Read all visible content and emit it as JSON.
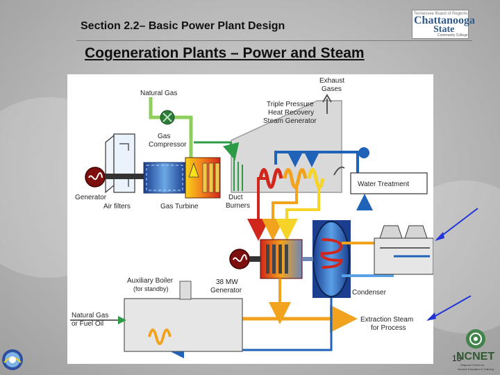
{
  "header": {
    "section": "Section 2.2– Basic Power Plant Design",
    "title": "Cogeneration Plants – Power and Steam"
  },
  "logo": {
    "line1": "Chattanooga",
    "line2": "State",
    "small_top": "Tennessee Board of Regents",
    "small_bottom": "Community College"
  },
  "diagram": {
    "natural_gas": "Natural Gas",
    "gas_compressor_1": "Gas",
    "gas_compressor_2": "Compressor",
    "exhaust_1": "Exhaust",
    "exhaust_2": "Gases",
    "hrsg_1": "Triple Pressure",
    "hrsg_2": "Heat Recovery",
    "hrsg_3": "Steam Generator",
    "generator": "Generator",
    "air_filters": "Air filters",
    "gas_turbine": "Gas Turbine",
    "duct_burners_1": "Duct",
    "duct_burners_2": "Burners",
    "water_treatment": "Water Treatment",
    "generator38_1": "38 MW",
    "generator38_2": "Generator",
    "condenser": "Condenser",
    "aux_boiler_1": "Auxiliary Boiler",
    "aux_boiler_2": "(for standby)",
    "fuel_1": "Natural Gas",
    "fuel_2": "or Fuel Oil",
    "extraction_1": "Extraction Steam",
    "extraction_2": "for Process"
  },
  "footer": {
    "page_number": "13",
    "ncnet_text": "NCNET",
    "ncnet_sub1": "Regional Center for",
    "ncnet_sub2": "Nuclear Education & Training"
  },
  "colors": {
    "accent_blue": "#1f63b8",
    "steam_red": "#d0261b",
    "steam_orange": "#f2a31d",
    "steam_yellow": "#f5d327",
    "gas_green": "#8fce5c",
    "arrow_blue": "#1f35d8"
  }
}
